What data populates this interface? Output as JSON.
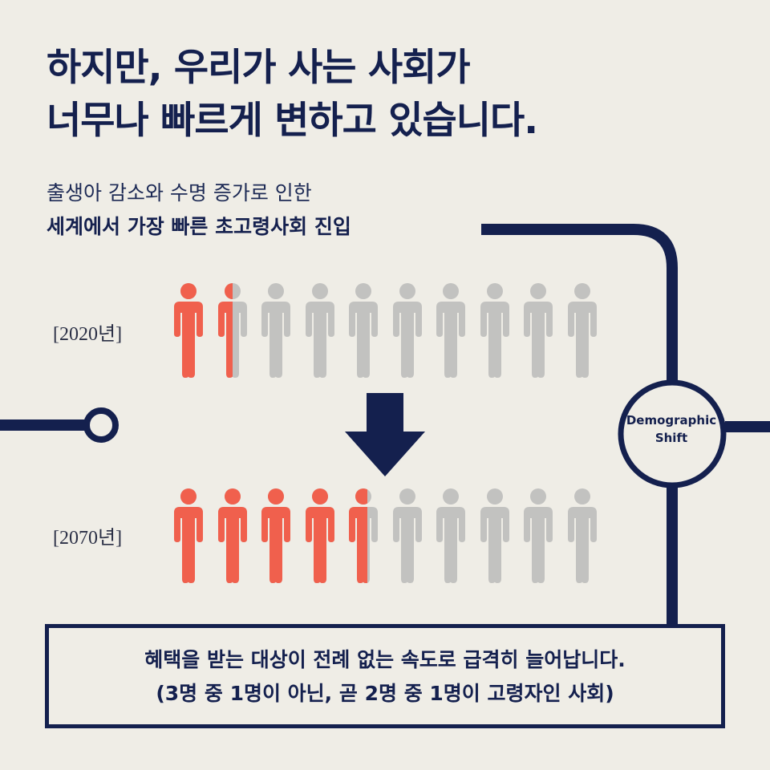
{
  "title": {
    "line1": "하지만, 우리가 사는 사회가",
    "line2": "너무나 빠르게 변하고 있습니다."
  },
  "subtitle": {
    "line1": "출생아 감소와 수명 증가로 인한",
    "line2": "세계에서 가장 빠른 초고령사회 진입"
  },
  "rows": [
    {
      "label": "[2020년]",
      "total": 10,
      "elderly_share": 1.5
    },
    {
      "label": "[2070년]",
      "total": 10,
      "elderly_share": 4.6
    }
  ],
  "badge": {
    "line1": "Demographic",
    "line2": "Shift"
  },
  "bottom": {
    "line1": "혜택을 받는 대상이 전례 없는 속도로 급격히 늘어납니다.",
    "line2": "(3명 중 1명이 아닌, 곧 2명 중 1명이 고령자인 사회)"
  },
  "colors": {
    "navy": "#14204e",
    "elderly": "#f0604d",
    "other": "#c2c2c0",
    "background": "#efede6"
  },
  "icons": [
    "person-icon",
    "down-arrow-icon"
  ]
}
